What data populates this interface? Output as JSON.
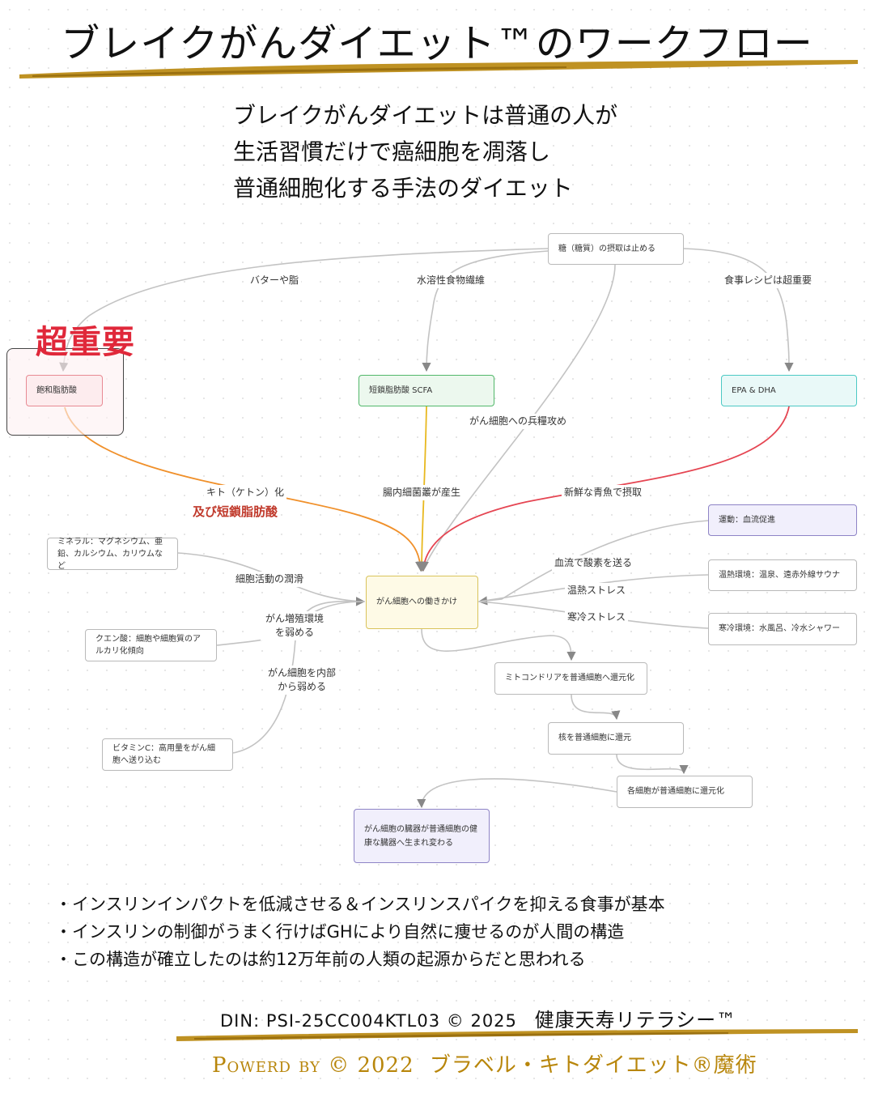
{
  "title": "ブレイクがんダイエット™のワークフロー",
  "intro": [
    "ブレイクがんダイエットは普通の人が",
    "生活習慣だけで癌細胞を凋落し",
    "普通細胞化する手法のダイエット"
  ],
  "nodes": {
    "sugar": "糖（糖質）の摂取は止める",
    "saturated": "飽和脂肪酸",
    "scfa": "短鎖脂肪酸 SCFA",
    "epa": "EPA & DHA",
    "exercise": "運動：血流促進",
    "mineral": "ミネラル：マグネシウム、亜鉛、カルシウム、カリウムなど",
    "work": "がん細胞への働きかけ",
    "heat": "温熱環境：温泉、遠赤外線サウナ",
    "citric": "クエン酸：細胞や細胞質のアルカリ化傾向",
    "cold": "寒冷環境：水風呂、冷水シャワー",
    "mito": "ミトコンドリアを普通細胞へ還元化",
    "vitc": "ビタミンC：高用量をがん細胞へ送り込む",
    "nucleus": "核を普通細胞に還元",
    "each": "各細胞が普通細胞に還元化",
    "organ": "がん細胞の臓器が普通細胞の健康な臓器へ生まれ変わる"
  },
  "edges": {
    "butter": "バターや脂",
    "fiber": "水溶性食物繊維",
    "recipe": "食事レシピは超重要",
    "starve": "がん細胞への兵糧攻め",
    "keto": "キト（ケトン）化",
    "gut": "腸内細菌叢が産生",
    "fish": "新鮮な青魚で摂取",
    "lubricate": "細胞活動の潤滑",
    "oxygen": "血流で酸素を送る",
    "heatstress": "温熱ストレス",
    "weaken_env": "がん増殖環境を弱める",
    "coldstress": "寒冷ストレス",
    "weaken_inside": "がん細胞を内部から弱める"
  },
  "annotations": {
    "important": "超重要",
    "also_scfa": "及び短鎖脂肪酸"
  },
  "bullets": [
    "・インスリンインパクトを低減させる＆インスリンスパイクを抑える食事が基本",
    "・インスリンの制御がうまく行けばGHにより自然に痩せるのが人間の構造",
    "・この構造が確立したのは約12万年前の人類の起源からだと思われる"
  ],
  "footer": {
    "din": "DIN: PSI-25CC004KTL03 © 2025",
    "brand": "健康天寿リテラシー™",
    "powered_prefix": "Powerd by © 2022",
    "powered_brand": "ブラベル・キトダイエット®魔術"
  },
  "colors": {
    "gold": "#b8860b",
    "saturated_border": "#e88a93",
    "scfa_border": "#52b86a",
    "epa_border": "#4cc9c4",
    "work_border": "#d9c35a",
    "purple_border": "#8e84c6",
    "keto_line": "#f0902a",
    "scfa_line": "#e8b81e",
    "fish_line": "#e54552"
  }
}
